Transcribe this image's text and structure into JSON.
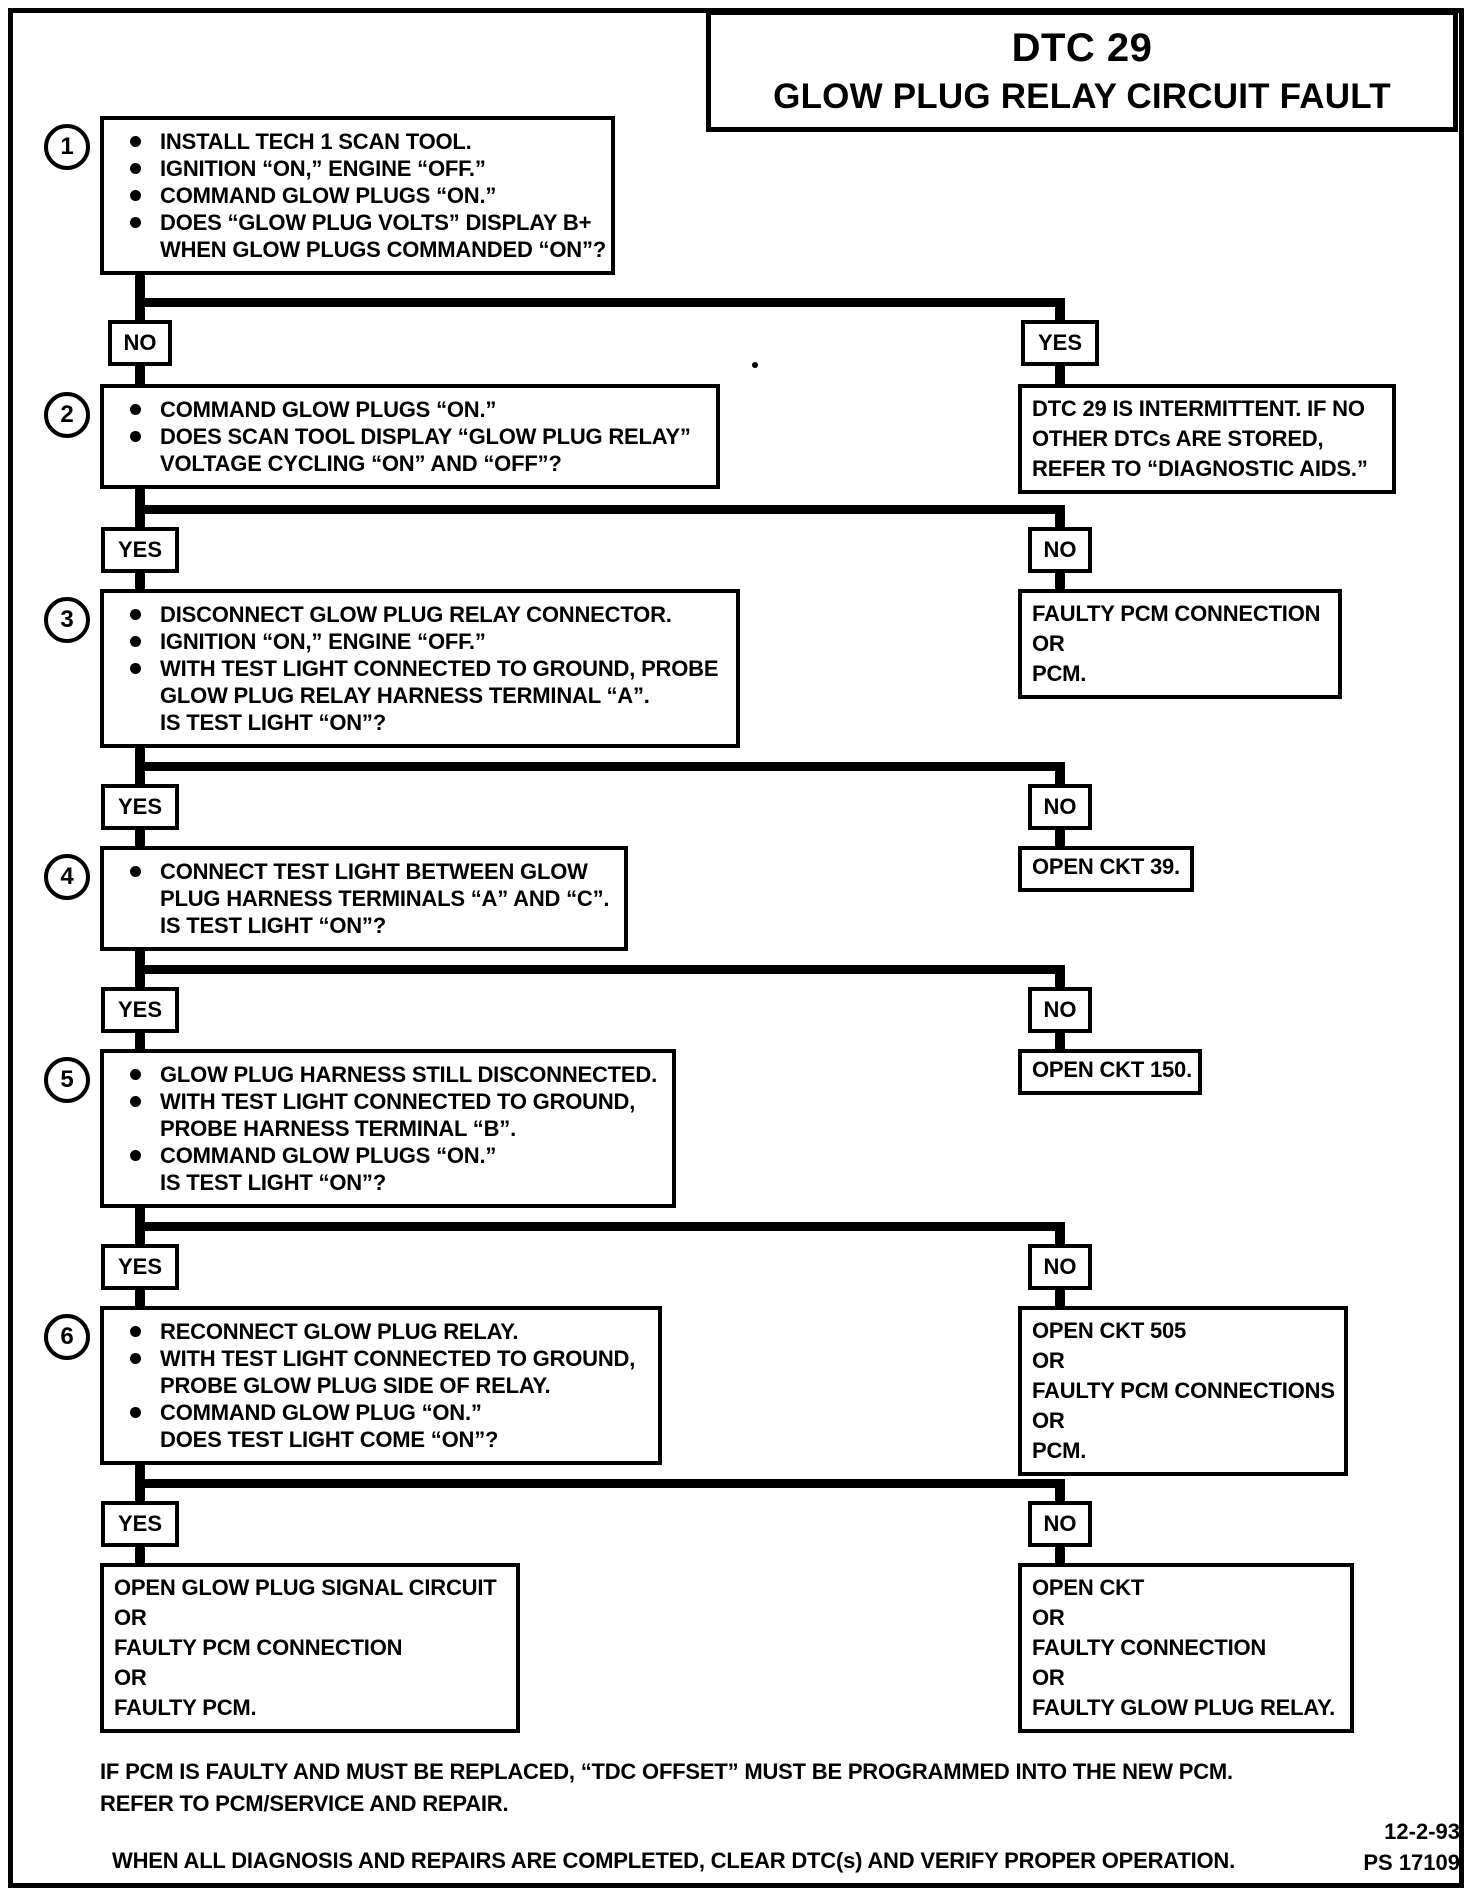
{
  "title": {
    "code": "DTC 29",
    "name": "GLOW PLUG RELAY CIRCUIT FAULT"
  },
  "steps": [
    {
      "num": "1",
      "lines": [
        {
          "b": 1,
          "t": "INSTALL TECH 1 SCAN TOOL."
        },
        {
          "b": 1,
          "t": "IGNITION “ON,” ENGINE “OFF.”"
        },
        {
          "b": 1,
          "t": "COMMAND GLOW PLUGS “ON.”"
        },
        {
          "b": 1,
          "t": "DOES “GLOW PLUG VOLTS” DISPLAY B+"
        },
        {
          "b": 0,
          "t": "WHEN GLOW PLUGS COMMANDED “ON”?"
        }
      ]
    },
    {
      "num": "2",
      "lines": [
        {
          "b": 1,
          "t": "COMMAND GLOW PLUGS “ON.”"
        },
        {
          "b": 1,
          "t": "DOES SCAN TOOL DISPLAY “GLOW PLUG RELAY”"
        },
        {
          "b": 0,
          "t": "VOLTAGE CYCLING “ON” AND “OFF”?"
        }
      ]
    },
    {
      "num": "3",
      "lines": [
        {
          "b": 1,
          "t": "DISCONNECT GLOW PLUG RELAY CONNECTOR."
        },
        {
          "b": 1,
          "t": "IGNITION “ON,” ENGINE “OFF.”"
        },
        {
          "b": 1,
          "t": "WITH TEST LIGHT CONNECTED TO GROUND, PROBE"
        },
        {
          "b": 0,
          "t": "GLOW PLUG RELAY HARNESS TERMINAL “A”."
        },
        {
          "b": 0,
          "t": "IS TEST LIGHT “ON”?"
        }
      ]
    },
    {
      "num": "4",
      "lines": [
        {
          "b": 1,
          "t": "CONNECT TEST LIGHT BETWEEN GLOW"
        },
        {
          "b": 0,
          "t": "PLUG HARNESS TERMINALS “A” AND “C”."
        },
        {
          "b": 0,
          "t": "IS TEST LIGHT “ON”?"
        }
      ]
    },
    {
      "num": "5",
      "lines": [
        {
          "b": 1,
          "t": "GLOW PLUG HARNESS STILL DISCONNECTED."
        },
        {
          "b": 1,
          "t": "WITH TEST LIGHT CONNECTED TO GROUND,"
        },
        {
          "b": 0,
          "t": "PROBE HARNESS TERMINAL “B”."
        },
        {
          "b": 1,
          "t": "COMMAND GLOW PLUGS “ON.”"
        },
        {
          "b": 0,
          "t": "IS TEST LIGHT “ON”?"
        }
      ]
    },
    {
      "num": "6",
      "lines": [
        {
          "b": 1,
          "t": "RECONNECT GLOW PLUG RELAY."
        },
        {
          "b": 1,
          "t": "WITH TEST LIGHT CONNECTED TO GROUND,"
        },
        {
          "b": 0,
          "t": "PROBE GLOW PLUG SIDE OF RELAY."
        },
        {
          "b": 1,
          "t": "COMMAND GLOW PLUG “ON.”"
        },
        {
          "b": 0,
          "t": "DOES TEST LIGHT COME “ON”?"
        }
      ]
    }
  ],
  "branches": [
    {
      "left": "NO",
      "right": "YES"
    },
    {
      "left": "YES",
      "right": "NO"
    },
    {
      "left": "YES",
      "right": "NO"
    },
    {
      "left": "YES",
      "right": "NO"
    },
    {
      "left": "YES",
      "right": "NO"
    },
    {
      "left": "YES",
      "right": "NO"
    }
  ],
  "results": {
    "intermittent": {
      "lines": [
        "DTC 29 IS INTERMITTENT.  IF NO",
        "OTHER DTCs ARE STORED,",
        "REFER TO “DIAGNOSTIC AIDS.”"
      ]
    },
    "faulty_pcm": {
      "lines": [
        "FAULTY PCM CONNECTION",
        "OR",
        "PCM."
      ]
    },
    "open_ckt_39": {
      "lines": [
        "OPEN CKT 39."
      ]
    },
    "open_ckt_150": {
      "lines": [
        "OPEN CKT 150."
      ]
    },
    "open_ckt_505": {
      "lines": [
        "OPEN CKT 505",
        "OR",
        "FAULTY PCM CONNECTIONS",
        "OR",
        "PCM."
      ]
    },
    "open_signal": {
      "lines": [
        "OPEN GLOW PLUG SIGNAL CIRCUIT",
        "OR",
        "FAULTY PCM CONNECTION",
        "OR",
        "FAULTY PCM."
      ]
    },
    "open_ckt": {
      "lines": [
        "OPEN CKT",
        "OR",
        "FAULTY CONNECTION",
        "OR",
        "FAULTY GLOW PLUG RELAY."
      ]
    }
  },
  "footer": {
    "note_line1": "IF PCM IS FAULTY AND MUST BE REPLACED, “TDC OFFSET” MUST BE PROGRAMMED INTO THE NEW PCM.",
    "note_line2": "REFER TO PCM/SERVICE AND REPAIR.",
    "completion": "WHEN ALL DIAGNOSIS AND REPAIRS ARE COMPLETED, CLEAR DTC(s) AND VERIFY PROPER OPERATION.",
    "date": "12-2-93",
    "doc_number": "PS 17109"
  }
}
